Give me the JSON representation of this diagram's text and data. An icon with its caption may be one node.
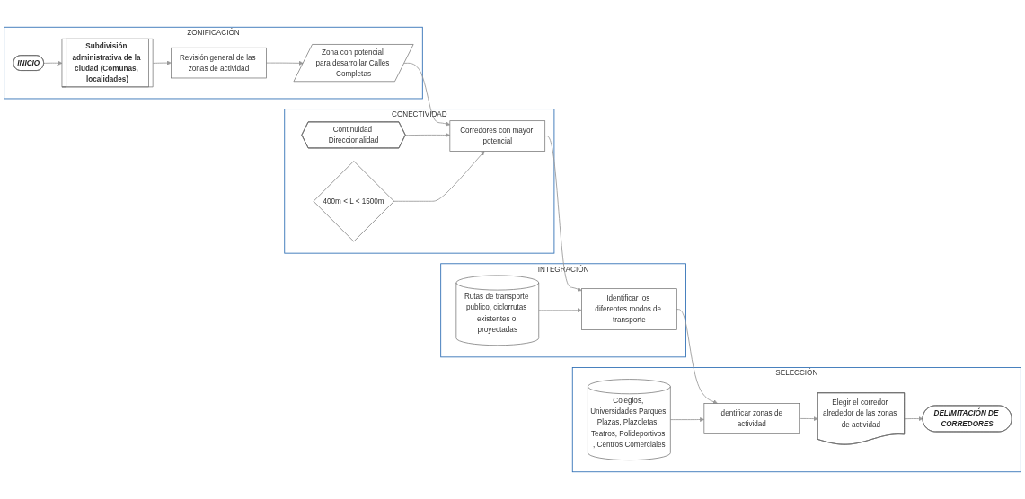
{
  "diagram": {
    "nodes": [
      {
        "text": [
          "ZONIFICACIÓN"
        ]
      },
      {
        "text": [
          "INICIO"
        ],
        "in": 0
      },
      {
        "text": [
          "Subdivisión administrativa de la ciudad (Comunas, localidades)"
        ],
        "in": 0
      },
      {
        "text": [
          "Revisión general de las zonas de actividad"
        ],
        "in": 0
      },
      {
        "text": [
          "Zona con potencial para desarrollar Calles Completas"
        ],
        "in": 0
      },
      {
        "text": [
          "CONECTIVIDAD"
        ]
      },
      {
        "text": [
          "Continuidad Direccionalidad"
        ],
        "in": 5
      },
      {
        "text": [
          "Corredores con mayor potencial"
        ],
        "in": 5
      },
      {
        "text": [
          "400m < L < 1500m"
        ],
        "in": 5
      },
      {
        "text": [
          "INTEGRACIÓN"
        ]
      },
      {
        "text": [
          "Identificar los diferentes modos de transporte"
        ],
        "in": 9
      },
      {
        "text": [
          "Rutas de transporte publico, ciclorrutas existentes o proyectadas"
        ],
        "in": 9
      },
      {
        "text": [
          "SELECCIÓN"
        ]
      },
      {
        "text": [
          "Identificar zonas de actividad"
        ],
        "in": 12
      },
      {
        "text": [
          "Elegir el corredor alrededor de las zonas de actividad"
        ],
        "in": 12
      },
      {
        "text": [
          "Colegios, Universidades Parques Plazas, Plazoletas, Teatros, Polideportivos , Centros Comerciales"
        ],
        "in": 12
      },
      {
        "text": [
          "DELIMITACIÓN DE CORREDORES"
        ],
        "in": 12
      }
    ],
    "edges": [
      {
        "from": 1,
        "to": 2,
        "arrow": "to"
      },
      {
        "from": 2,
        "to": 3,
        "arrow": "to"
      },
      {
        "from": 3,
        "to": 4,
        "arrow": "to"
      },
      {
        "from": 4,
        "to": 7,
        "arrow": "to"
      },
      {
        "from": 6,
        "to": 7,
        "arrow": "to"
      },
      {
        "from": 8,
        "to": 7,
        "arrow": "to"
      },
      {
        "from": 7,
        "to": 10,
        "arrow": "to"
      },
      {
        "from": 11,
        "to": 10,
        "arrow": "to"
      },
      {
        "from": 10,
        "to": 13,
        "arrow": "to"
      },
      {
        "from": 15,
        "to": 13,
        "arrow": "to"
      },
      {
        "from": 13,
        "to": 14,
        "arrow": "to"
      },
      {
        "from": 14,
        "to": 16,
        "arrow": "to"
      }
    ]
  }
}
